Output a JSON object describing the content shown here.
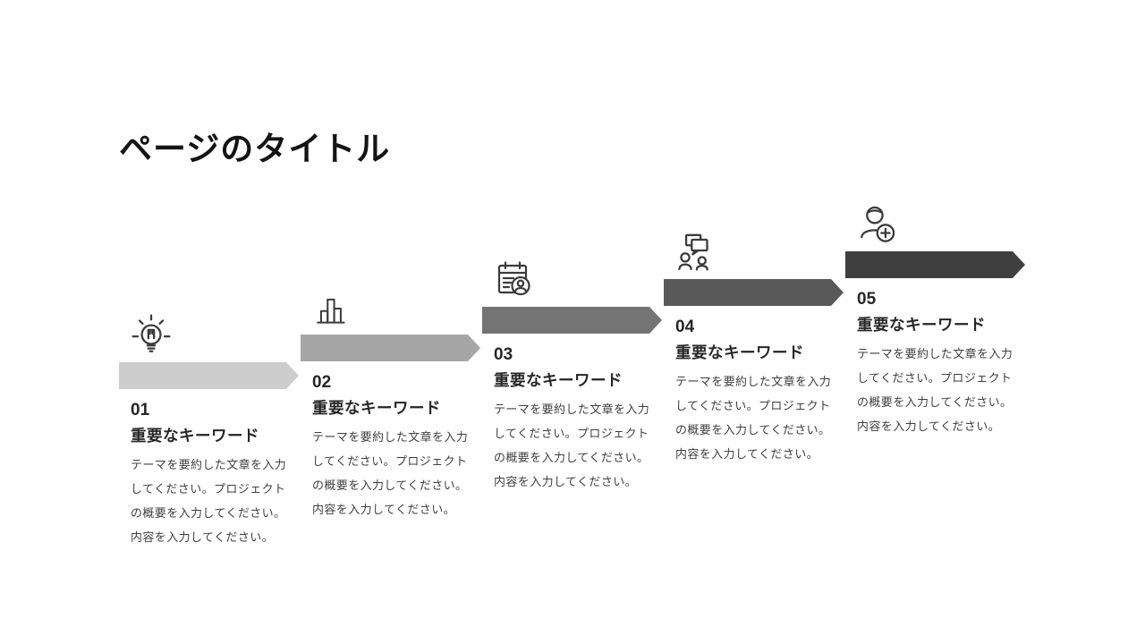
{
  "slide": {
    "title": "ページのタイトル"
  },
  "colors": {
    "background": "#ffffff",
    "title_text": "#141414",
    "heading_text": "#262626",
    "body_text": "#3f3f3f",
    "icon_stroke": "#3b3b3b"
  },
  "steps": [
    {
      "number": "01",
      "keyword": "重要なキーワード",
      "description": "テーマを要約した文章を入力\nしてください。プロジェクト\nの概要を入力してください。\n内容を入力してください。",
      "icon": "idea-lightbulb-icon",
      "arrow_color": "#cdcdcd"
    },
    {
      "number": "02",
      "keyword": "重要なキーワード",
      "description": "テーマを要約した文章を入力\nしてください。プロジェクト\nの概要を入力してください。\n内容を入力してください。",
      "icon": "bar-chart-icon",
      "arrow_color": "#a6a6a6"
    },
    {
      "number": "03",
      "keyword": "重要なキーワード",
      "description": "テーマを要約した文章を入力\nしてください。プロジェクト\nの概要を入力してください。\n内容を入力してください。",
      "icon": "calendar-person-icon",
      "arrow_color": "#747474"
    },
    {
      "number": "04",
      "keyword": "重要なキーワード",
      "description": "テーマを要約した文章を入力\nしてください。プロジェクト\nの概要を入力してください。\n内容を入力してください。",
      "icon": "discussion-people-icon",
      "arrow_color": "#595959"
    },
    {
      "number": "05",
      "keyword": "重要なキーワード",
      "description": "テーマを要約した文章を入力\nしてください。プロジェクト\nの概要を入力してください。\n内容を入力してください。",
      "icon": "add-user-icon",
      "arrow_color": "#3f3f3f"
    }
  ]
}
